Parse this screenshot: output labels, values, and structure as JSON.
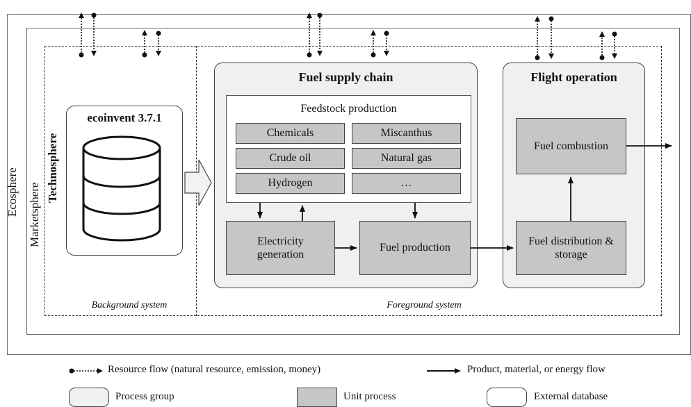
{
  "spheres": {
    "ecosphere": "Ecosphere",
    "marketsphere": "Marketsphere",
    "technosphere": "Technosphere"
  },
  "background": {
    "database_title": "ecoinvent 3.7.1",
    "label": "Background system"
  },
  "foreground": {
    "label": "Foreground system",
    "fuel_supply_chain": {
      "title": "Fuel supply chain",
      "feedstock": {
        "title": "Feedstock production",
        "items": [
          "Chemicals",
          "Miscanthus",
          "Crude oil",
          "Natural gas",
          "Hydrogen",
          "…"
        ]
      },
      "electricity": "Electricity generation",
      "fuel_production": "Fuel production"
    },
    "flight_operation": {
      "title": "Flight operation",
      "fuel_combustion": "Fuel combustion",
      "fuel_distribution": "Fuel distribution & storage"
    }
  },
  "legend": {
    "resource_flow": "Resource flow (natural resource, emission, money)",
    "product_flow": "Product, material, or energy flow",
    "process_group": "Process group",
    "unit_process": "Unit process",
    "external_database": "External database"
  }
}
